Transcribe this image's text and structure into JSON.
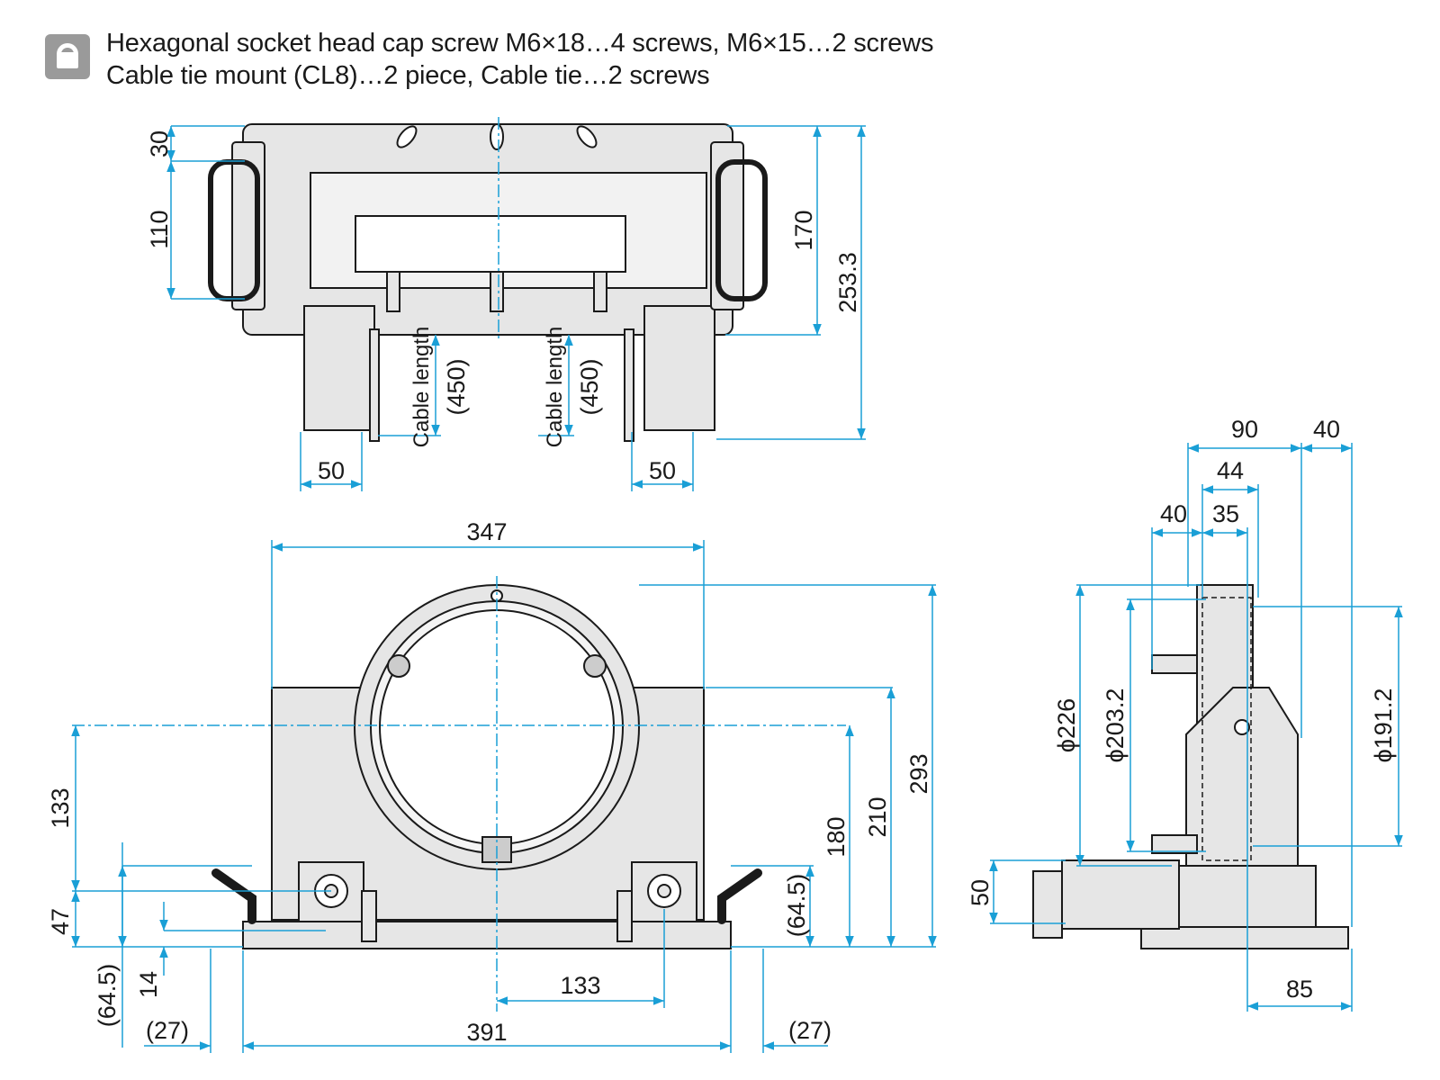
{
  "header": {
    "icon": "accessory-bag-icon",
    "line1": "Hexagonal socket head cap screw M6×18…4 screws, M6×15…2 screws",
    "line2": "Cable tie mount (CL8)…2 piece, Cable tie…2 screws"
  },
  "top_view": {
    "dim_30": "30",
    "dim_110": "110",
    "dim_170": "170",
    "dim_253": "253.3",
    "dim_50_left": "50",
    "dim_50_right": "50",
    "cable_label_1": "Cable length",
    "cable_value_1": "(450)",
    "cable_label_2": "Cable length",
    "cable_value_2": "(450)"
  },
  "front_view": {
    "dim_347": "347",
    "dim_133_left": "133",
    "dim_47": "47",
    "dim_64_5_left": "(64.5)",
    "dim_14": "14",
    "dim_27_left": "(27)",
    "dim_391": "391",
    "dim_133_bottom": "133",
    "dim_27_right": "(27)",
    "dim_64_5_right": "(64.5)",
    "dim_180": "180",
    "dim_210": "210",
    "dim_293": "293"
  },
  "side_view": {
    "dim_90": "90",
    "dim_40_top": "40",
    "dim_44": "44",
    "dim_40_mid": "40",
    "dim_35": "35",
    "dim_phi226": "ϕ226",
    "dim_phi203": "ϕ203.2",
    "dim_phi191": "ϕ191.2",
    "dim_50": "50",
    "dim_85": "85"
  },
  "colors": {
    "dimension": "#1a9fd6",
    "line": "#1a1a1a",
    "fill": "#e6e6e6",
    "icon": "#9a9a9a"
  }
}
